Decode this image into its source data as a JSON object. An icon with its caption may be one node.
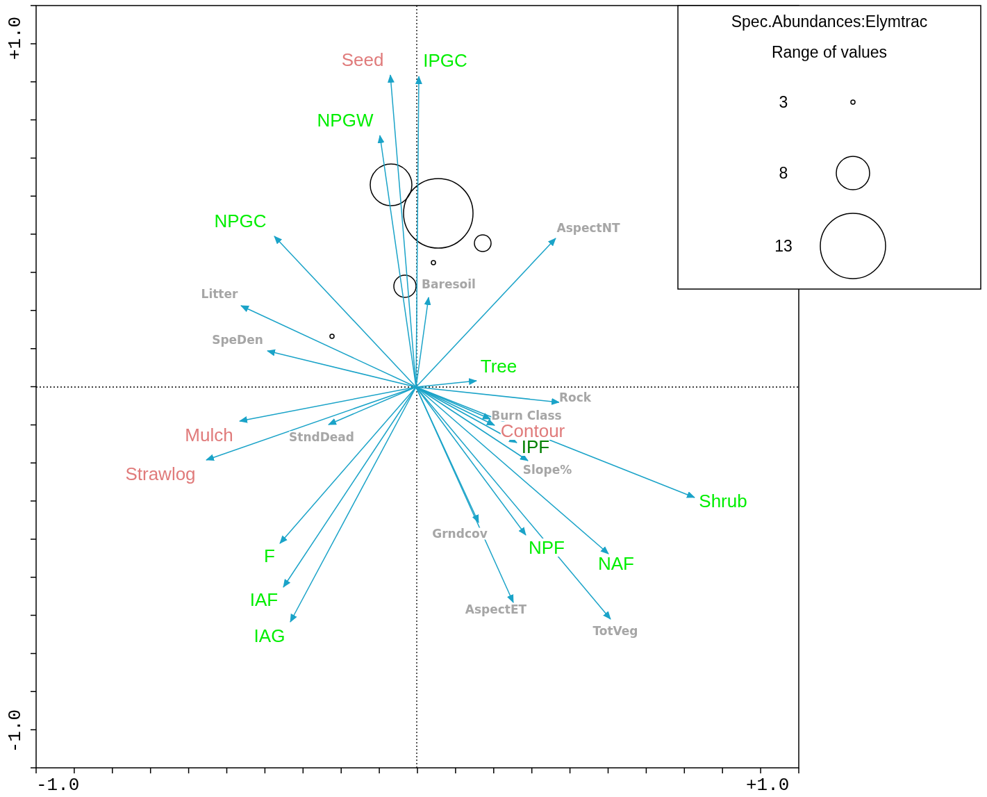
{
  "diagram": {
    "nodes": [
      {
        "text": [
          "Seed"
        ]
      },
      {
        "text": [
          "IPGC"
        ]
      },
      {
        "text": [
          "NPGW"
        ]
      },
      {
        "text": [
          "NPGC"
        ]
      },
      {
        "text": [
          "AspectNT"
        ]
      },
      {
        "text": [
          "Baresoil"
        ]
      },
      {
        "text": [
          "Litter"
        ]
      },
      {
        "text": [
          "SpeDen"
        ]
      },
      {
        "text": [
          "Tree"
        ]
      },
      {
        "text": [
          "Rock"
        ]
      },
      {
        "text": [
          "Burn Class"
        ]
      },
      {
        "text": [
          "Contour"
        ]
      },
      {
        "text": [
          "Mulch"
        ]
      },
      {
        "text": [
          "StndDead"
        ]
      },
      {
        "text": [
          "IPF"
        ]
      },
      {
        "text": [
          "Strawlog"
        ]
      },
      {
        "text": [
          "Slope%"
        ]
      },
      {
        "text": [
          "Shrub"
        ]
      },
      {
        "text": [
          "Grndcov"
        ]
      },
      {
        "text": [
          "NPF"
        ]
      },
      {
        "text": [
          "F"
        ]
      },
      {
        "text": [
          "NAF"
        ]
      },
      {
        "text": [
          "IAF"
        ]
      },
      {
        "text": [
          "AspectET"
        ]
      },
      {
        "text": [
          "TotVeg"
        ]
      },
      {
        "text": [
          "IAG"
        ]
      }
    ],
    "edges": [
      {
        "from": null,
        "to": 0,
        "arrow": "to"
      },
      {
        "from": null,
        "to": 1,
        "arrow": "to"
      },
      {
        "from": null,
        "to": 2,
        "arrow": "to"
      },
      {
        "from": null,
        "to": 3,
        "arrow": "to"
      },
      {
        "from": null,
        "to": 4,
        "arrow": "to"
      },
      {
        "from": null,
        "to": 5,
        "arrow": "to"
      },
      {
        "from": null,
        "to": 6,
        "arrow": "to"
      },
      {
        "from": null,
        "to": 7,
        "arrow": "to"
      },
      {
        "from": null,
        "to": 8,
        "arrow": "to"
      },
      {
        "from": null,
        "to": 9,
        "arrow": "to"
      },
      {
        "from": null,
        "to": 10,
        "arrow": "to"
      },
      {
        "from": null,
        "to": 11,
        "arrow": "to"
      },
      {
        "from": null,
        "to": 12,
        "arrow": "to"
      },
      {
        "from": null,
        "to": 13,
        "arrow": "to"
      },
      {
        "from": null,
        "to": 14,
        "arrow": "to"
      },
      {
        "from": null,
        "to": 15,
        "arrow": "to"
      },
      {
        "from": null,
        "to": 16,
        "arrow": "to"
      },
      {
        "from": null,
        "to": 17,
        "arrow": "to"
      },
      {
        "from": null,
        "to": 18,
        "arrow": "to"
      },
      {
        "from": null,
        "to": 19,
        "arrow": "to"
      },
      {
        "from": null,
        "to": 20,
        "arrow": "to"
      },
      {
        "from": null,
        "to": 21,
        "arrow": "to"
      },
      {
        "from": null,
        "to": 22,
        "arrow": "to"
      },
      {
        "from": null,
        "to": 23,
        "arrow": "to"
      },
      {
        "from": null,
        "to": 24,
        "arrow": "to"
      },
      {
        "from": null,
        "to": 25,
        "arrow": "to"
      }
    ],
    "labels": [
      "+1.0",
      "-1.0",
      "Spec.Abundances:Elymtrac",
      "Range of values",
      "-1.0",
      "+1.0"
    ],
    "legend": [
      {
        "text": "3"
      },
      {
        "text": "8"
      },
      {
        "text": "13"
      }
    ]
  }
}
